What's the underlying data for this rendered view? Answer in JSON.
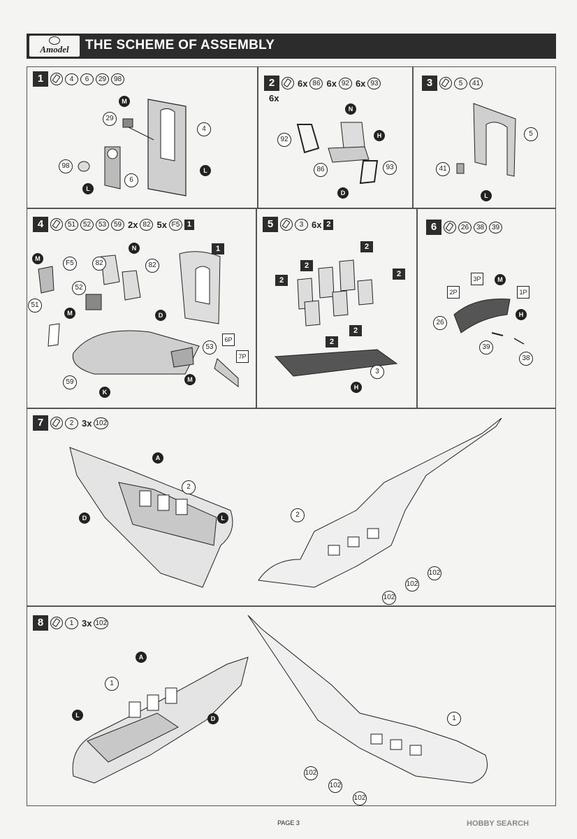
{
  "header": {
    "logo_text": "Amodel",
    "title": "THE SCHEME OF ASSEMBLY"
  },
  "steps": [
    {
      "num": "1",
      "parts": [
        "4",
        "6",
        "29",
        "98"
      ]
    },
    {
      "num": "2",
      "sub": "6x",
      "parts": [
        "86",
        "92",
        "93"
      ],
      "extra": "6x"
    },
    {
      "num": "3",
      "parts": [
        "5",
        "41"
      ]
    },
    {
      "num": "4",
      "parts": [
        "51",
        "52",
        "53",
        "59",
        "82"
      ],
      "mult_a": "2x",
      "mult_b": "5x",
      "decal": "F5",
      "ref": "1"
    },
    {
      "num": "5",
      "parts": [
        "3"
      ],
      "mult": "6x",
      "ref": "2"
    },
    {
      "num": "6",
      "parts": [
        "26",
        "38",
        "39"
      ]
    },
    {
      "num": "7",
      "parts": [
        "2",
        "102"
      ],
      "mult": "3x"
    },
    {
      "num": "8",
      "parts": [
        "1",
        "102"
      ],
      "mult": "3x"
    }
  ],
  "colors": {
    "L": "L",
    "M": "M",
    "N": "N",
    "H": "H",
    "D": "D",
    "K": "K",
    "A": "A"
  },
  "labels": {
    "p1a": "29",
    "p1b": "4",
    "p1c": "98",
    "p1d": "6",
    "p2a": "92",
    "p2b": "86",
    "p2c": "93",
    "p3a": "5",
    "p3b": "41",
    "p4a": "F5",
    "p4b": "82",
    "p4c": "82",
    "p4d": "52",
    "p4e": "51",
    "p4f": "53",
    "p4g": "59",
    "p4h": "6P",
    "p4i": "7P",
    "p4j": "1",
    "p5a": "2",
    "p5b": "3",
    "p6a": "3P",
    "p6b": "2P",
    "p6c": "1P",
    "p6d": "26",
    "p6e": "39",
    "p6f": "38",
    "p7a": "2",
    "p7b": "2",
    "p7c": "102",
    "p7d": "102",
    "p7e": "102",
    "p8a": "1",
    "p8b": "1",
    "p8c": "102",
    "p8d": "102",
    "p8e": "102"
  },
  "footer": {
    "page": "PAGE 3",
    "watermark": "HOBBY SEARCH"
  }
}
